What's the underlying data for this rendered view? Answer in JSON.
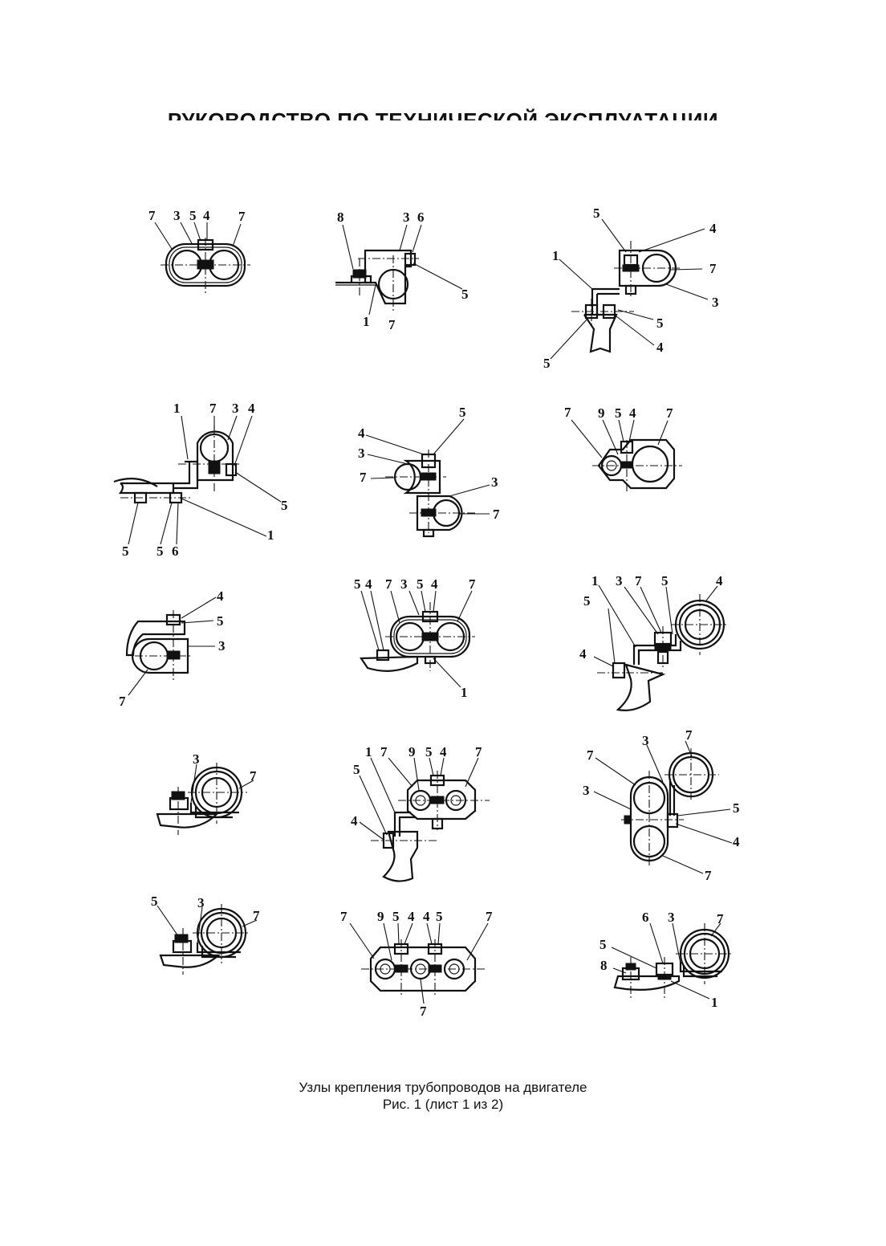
{
  "header": {
    "title": "РУКОВОДСТВО ПО ТЕХНИЧЕСКОЙ ЭКСПЛУАТАЦИИ"
  },
  "caption": {
    "line1": "Узлы крепления трубопроводов на двигателе",
    "line2": "Рис. 1 (лист 1 из 2)"
  },
  "assemblies": [
    {
      "id": "a1",
      "labels": [
        "7",
        "3",
        "5",
        "4",
        "7"
      ]
    },
    {
      "id": "a2",
      "labels": [
        "8",
        "3",
        "6",
        "5",
        "1",
        "7"
      ]
    },
    {
      "id": "a3",
      "labels": [
        "5",
        "4",
        "1",
        "7",
        "3",
        "5",
        "4",
        "5"
      ]
    },
    {
      "id": "a4",
      "labels": [
        "1",
        "7",
        "3",
        "4",
        "5",
        "1",
        "5",
        "5",
        "6"
      ]
    },
    {
      "id": "a5",
      "labels": [
        "4",
        "5",
        "3",
        "7",
        "3",
        "7"
      ]
    },
    {
      "id": "a6",
      "labels": [
        "7",
        "9",
        "5",
        "4",
        "7"
      ]
    },
    {
      "id": "a7",
      "labels": [
        "4",
        "5",
        "3",
        "7"
      ]
    },
    {
      "id": "a8",
      "labels": [
        "5",
        "4",
        "7",
        "3",
        "5",
        "4",
        "7",
        "1"
      ]
    },
    {
      "id": "a9",
      "labels": [
        "1",
        "5",
        "4",
        "3",
        "7",
        "5",
        "4"
      ]
    },
    {
      "id": "a10",
      "labels": [
        "3",
        "7"
      ]
    },
    {
      "id": "a11",
      "labels": [
        "1",
        "7",
        "9",
        "5",
        "4",
        "7",
        "5",
        "4"
      ]
    },
    {
      "id": "a12",
      "labels": [
        "3",
        "7",
        "7",
        "3",
        "5",
        "4",
        "7"
      ]
    },
    {
      "id": "a13",
      "labels": [
        "5",
        "3",
        "7"
      ]
    },
    {
      "id": "a14",
      "labels": [
        "7",
        "9",
        "5",
        "4",
        "4",
        "5",
        "7",
        "7"
      ]
    },
    {
      "id": "a15",
      "labels": [
        "6",
        "3",
        "7",
        "5",
        "8",
        "1"
      ]
    }
  ]
}
